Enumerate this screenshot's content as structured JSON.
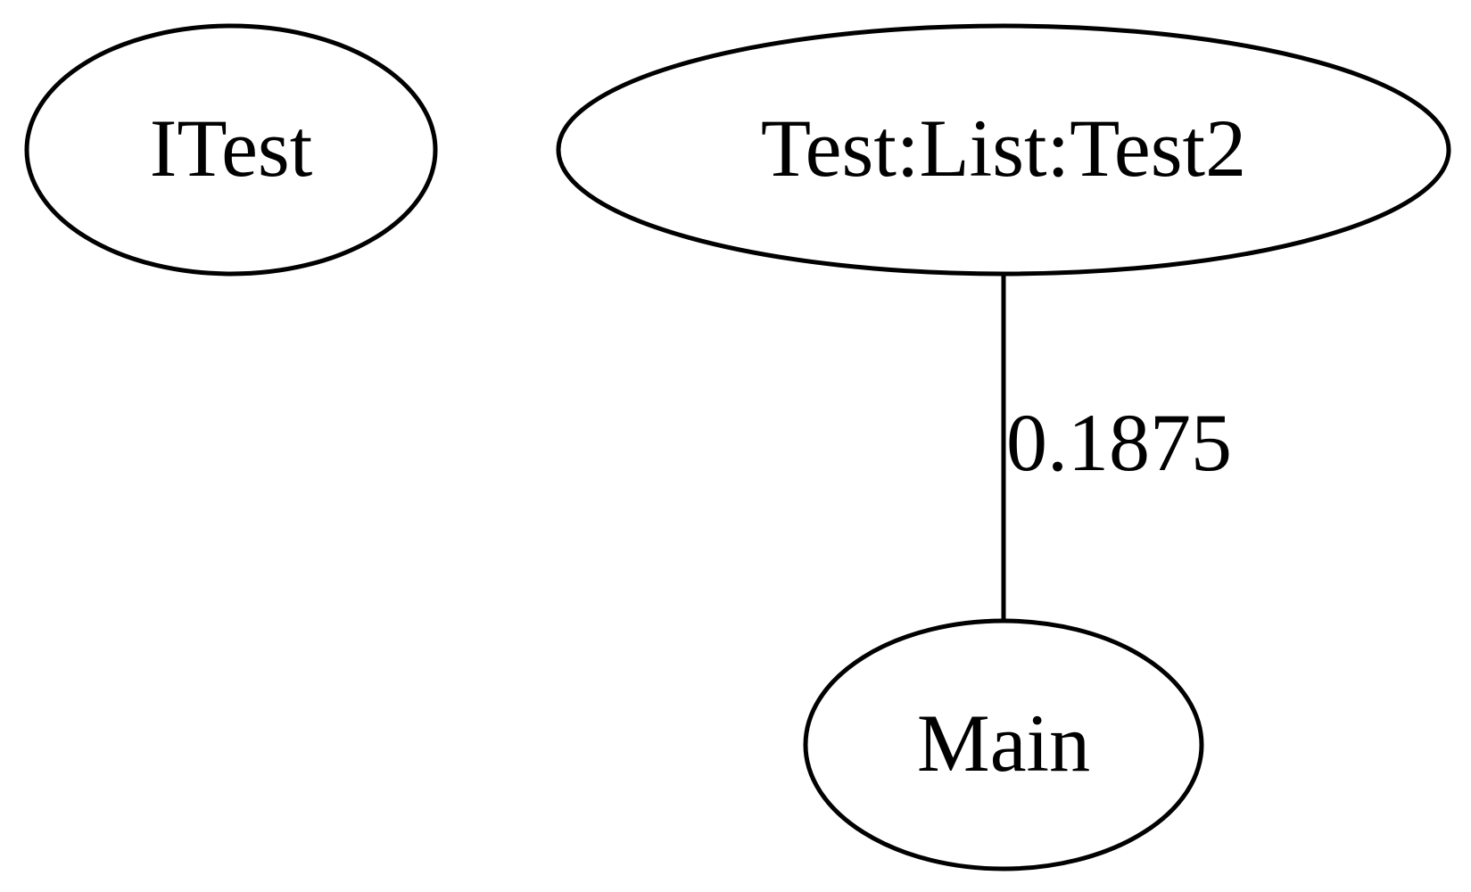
{
  "diagram": {
    "nodes": [
      {
        "id": "itest",
        "label": "ITest"
      },
      {
        "id": "test-list-test2",
        "label": "Test:List:Test2"
      },
      {
        "id": "main",
        "label": "Main"
      }
    ],
    "edges": [
      {
        "from": "test-list-test2",
        "to": "main",
        "label": "0.1875"
      }
    ]
  }
}
